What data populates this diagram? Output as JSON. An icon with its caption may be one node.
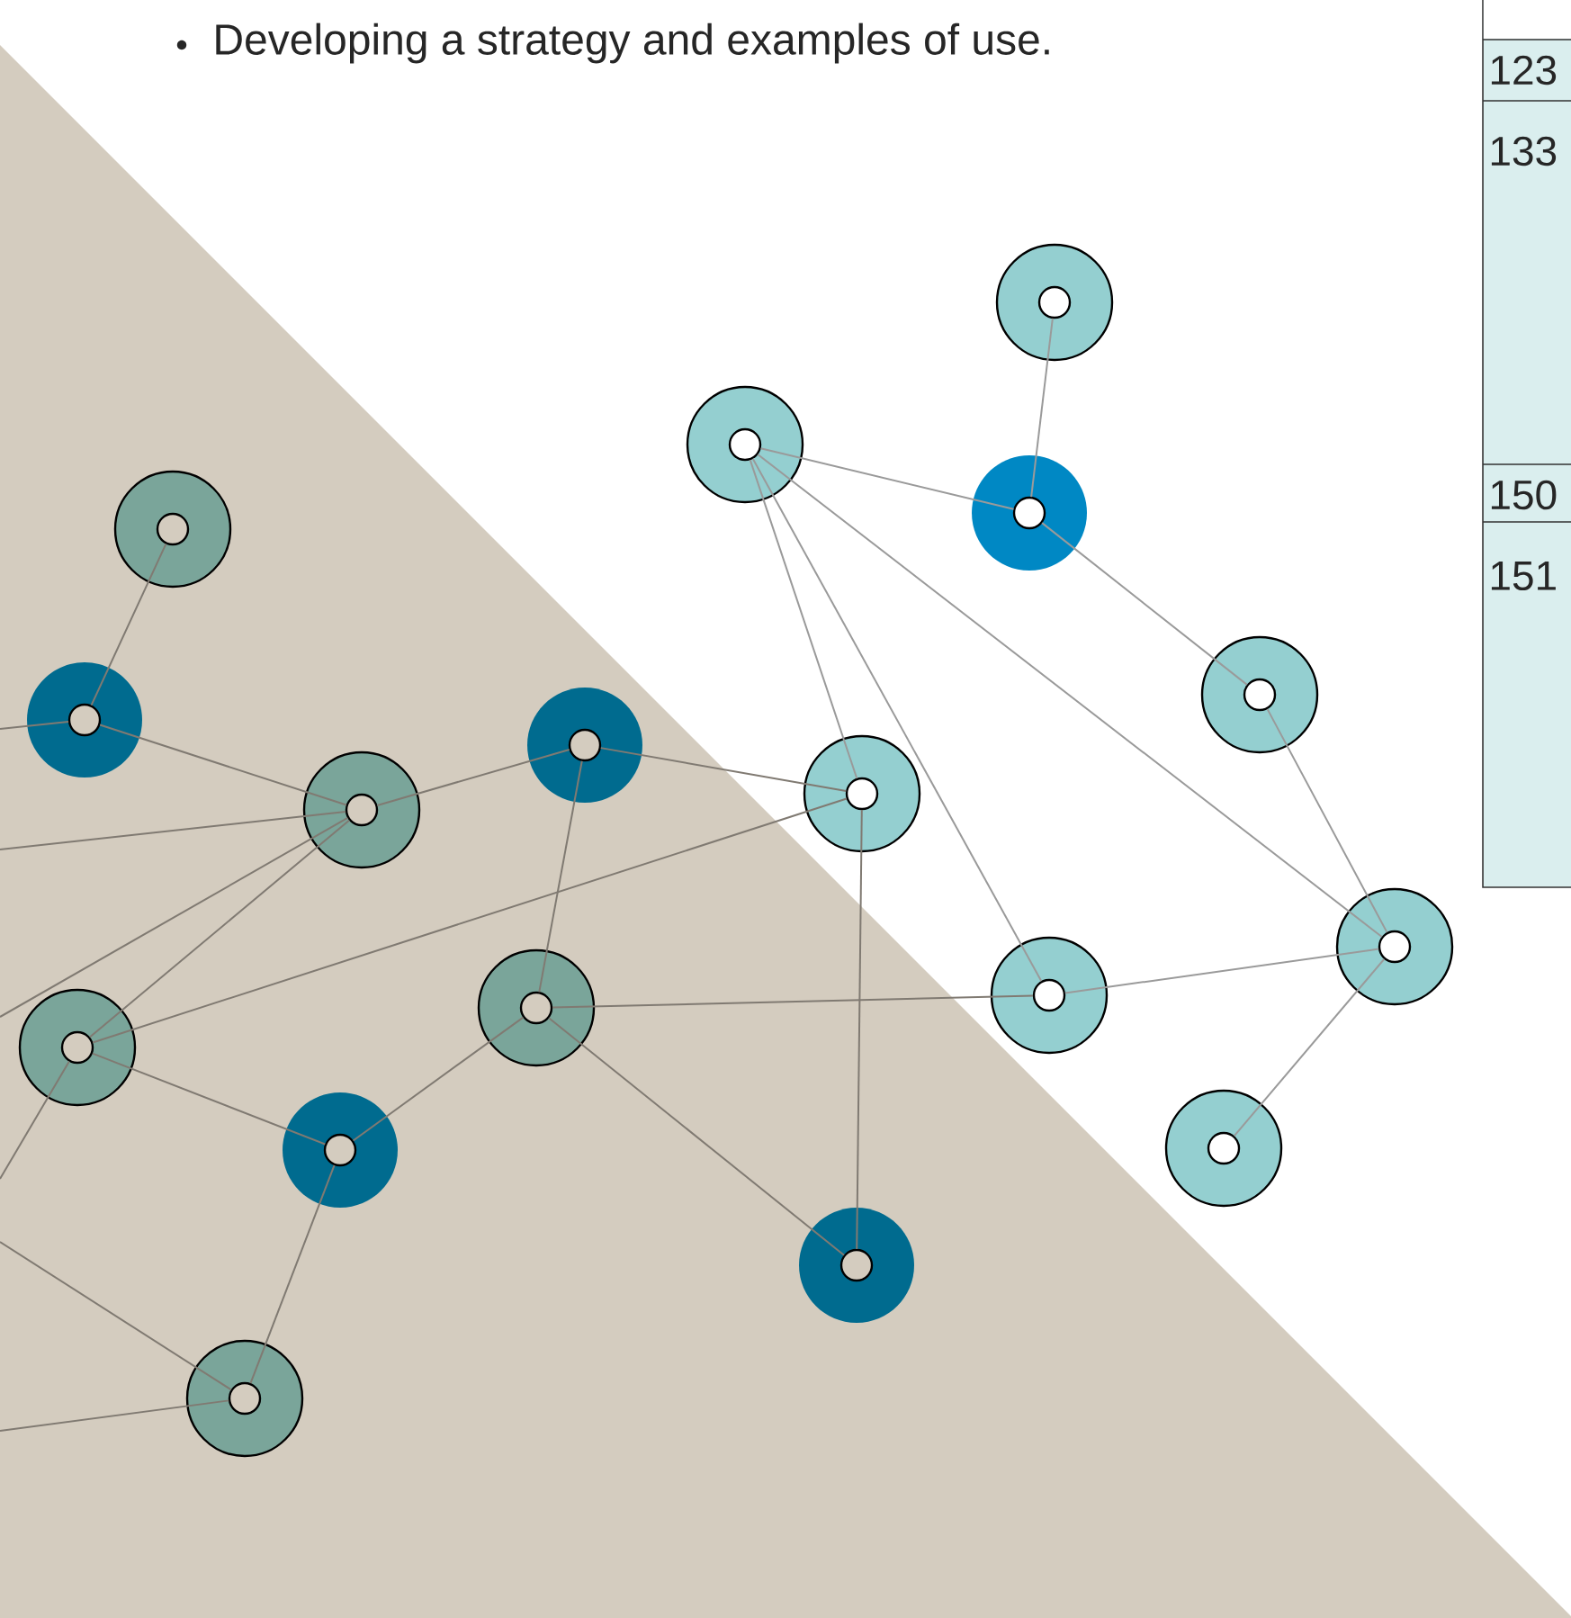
{
  "diagram": {
    "nodes": [
      {
        "text": [],
        "shape": "circle"
      },
      {
        "text": [],
        "shape": "circle"
      },
      {
        "text": [],
        "shape": "circle"
      },
      {
        "text": [],
        "shape": "circle"
      },
      {
        "text": [],
        "shape": "circle"
      },
      {
        "text": [],
        "shape": "circle"
      },
      {
        "text": [],
        "shape": "circle"
      },
      {
        "text": [],
        "shape": "circle"
      },
      {
        "text": [],
        "shape": "circle"
      },
      {
        "text": [],
        "shape": "circle"
      },
      {
        "text": [],
        "shape": "circle"
      },
      {
        "text": [],
        "shape": "circle"
      },
      {
        "text": [],
        "shape": "circle"
      },
      {
        "text": [],
        "shape": "circle"
      },
      {
        "text": [],
        "shape": "circle"
      },
      {
        "text": [],
        "shape": "circle"
      },
      {
        "text": [],
        "shape": "circle"
      }
    ],
    "edges": [
      {
        "from": 0,
        "to": 2,
        "arrow": "none"
      },
      {
        "from": 1,
        "to": 2,
        "arrow": "none"
      },
      {
        "from": 2,
        "to": 4,
        "arrow": "none"
      },
      {
        "from": 1,
        "to": 7,
        "arrow": "none"
      },
      {
        "from": 1,
        "to": 10,
        "arrow": "none"
      },
      {
        "from": 1,
        "to": 9,
        "arrow": "none"
      },
      {
        "from": 4,
        "to": 9,
        "arrow": "none"
      },
      {
        "from": 10,
        "to": 9,
        "arrow": "none"
      },
      {
        "from": 9,
        "to": 13,
        "arrow": "none"
      },
      {
        "from": 7,
        "to": 15,
        "arrow": "none"
      },
      {
        "from": 6,
        "to": 7,
        "arrow": "none"
      },
      {
        "from": 6,
        "to": 8,
        "arrow": "none"
      },
      {
        "from": 6,
        "to": 11,
        "arrow": "none"
      },
      {
        "from": 3,
        "to": 5,
        "arrow": "none"
      },
      {
        "from": 5,
        "to": 8,
        "arrow": "none"
      },
      {
        "from": 8,
        "to": 12,
        "arrow": "none"
      },
      {
        "from": 12,
        "to": 14,
        "arrow": "none"
      },
      {
        "from": 12,
        "to": 7,
        "arrow": "none"
      },
      {
        "from": 11,
        "to": 14,
        "arrow": "none"
      },
      {
        "from": 11,
        "to": 15,
        "arrow": "none"
      },
      {
        "from": 11,
        "to": 10,
        "arrow": "none"
      },
      {
        "from": 14,
        "to": 16,
        "arrow": "none"
      },
      {
        "from": null,
        "to": 5,
        "arrow": "none"
      },
      {
        "from": null,
        "to": 8,
        "arrow": "none"
      },
      {
        "from": null,
        "to": 8,
        "arrow": "none"
      },
      {
        "from": null,
        "to": 12,
        "arrow": "none"
      },
      {
        "from": null,
        "to": 16,
        "arrow": "none"
      },
      {
        "from": null,
        "to": 16,
        "arrow": "none"
      }
    ],
    "labels": [
      "Developing a strategy and examples of use.",
      "123",
      "133",
      "150",
      "151"
    ]
  }
}
